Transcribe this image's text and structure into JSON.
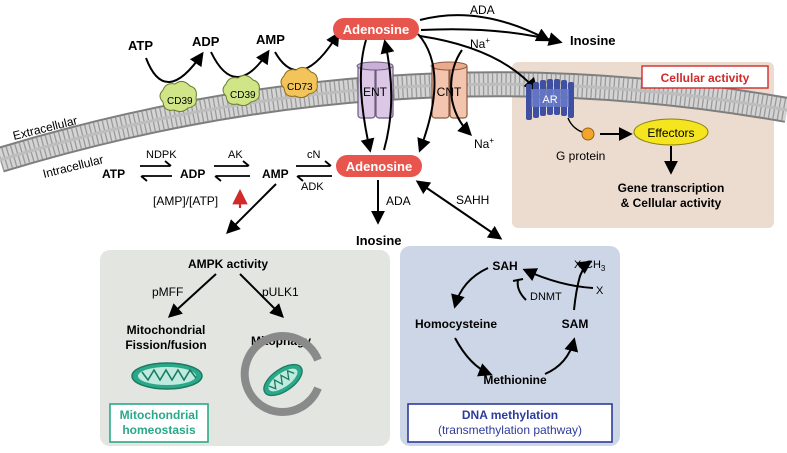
{
  "extracellular": {
    "atp": "ATP",
    "adp": "ADP",
    "amp": "AMP",
    "cd39a": "CD39",
    "cd39b": "CD39",
    "cd73": "CD73",
    "adenosine": "Adenosine",
    "ada": "ADA",
    "inosine": "Inosine",
    "na_in": "Na",
    "na_out": "Na",
    "plus": "+"
  },
  "membrane": {
    "extracellular_label": "Extracellular",
    "intracellular_label": "Intracellular",
    "ent": "ENT",
    "cnt": "CNT",
    "ar": "AR"
  },
  "intracellular": {
    "atp": "ATP",
    "adp": "ADP",
    "amp": "AMP",
    "ndpk": "NDPK",
    "ak": "AK",
    "cn": "cN",
    "adk": "ADK",
    "ratio": "[AMP]/[ATP]",
    "adenosine": "Adenosine",
    "ada": "ADA",
    "inosine": "Inosine",
    "sahh": "SAHH"
  },
  "cellular_activity": {
    "title": "Cellular activity",
    "effectors": "Effectors",
    "g_protein": "G protein",
    "gene_line1": "Gene transcription",
    "gene_line2": "& Cellular activity"
  },
  "ampk": {
    "title": "AMPK activity",
    "pmff": "pMFF",
    "pulk1": "pULK1",
    "fission_line1": "Mitochondrial",
    "fission_line2": "Fission/fusion",
    "mitophagy": "Mitophagy",
    "homeostasis_line1": "Mitochondrial",
    "homeostasis_line2": "homeostasis"
  },
  "methylation": {
    "sah": "SAH",
    "x_ch3": "X-CH",
    "x_ch3_sub": "3",
    "x": "X",
    "dnmt": "DNMT",
    "homocysteine": "Homocysteine",
    "sam": "SAM",
    "methionine": "Methionine",
    "title": "DNA methylation",
    "subtitle": "(transmethylation pathway)"
  },
  "colors": {
    "adenosine_pill": "#e8554d",
    "cellular_panel": "#ecdcd0",
    "ampk_panel": "#e3e5e0",
    "methylation_panel": "#cdd6e6",
    "methylation_border": "#2d3b9c",
    "mito_green": "#2aa889",
    "ent_fill": "#dcc8e6",
    "cnt_fill": "#f3c5ae",
    "ar_fill": "#3f50a3",
    "effectors_fill": "#f5e51f",
    "red_text": "#d02a2a"
  }
}
